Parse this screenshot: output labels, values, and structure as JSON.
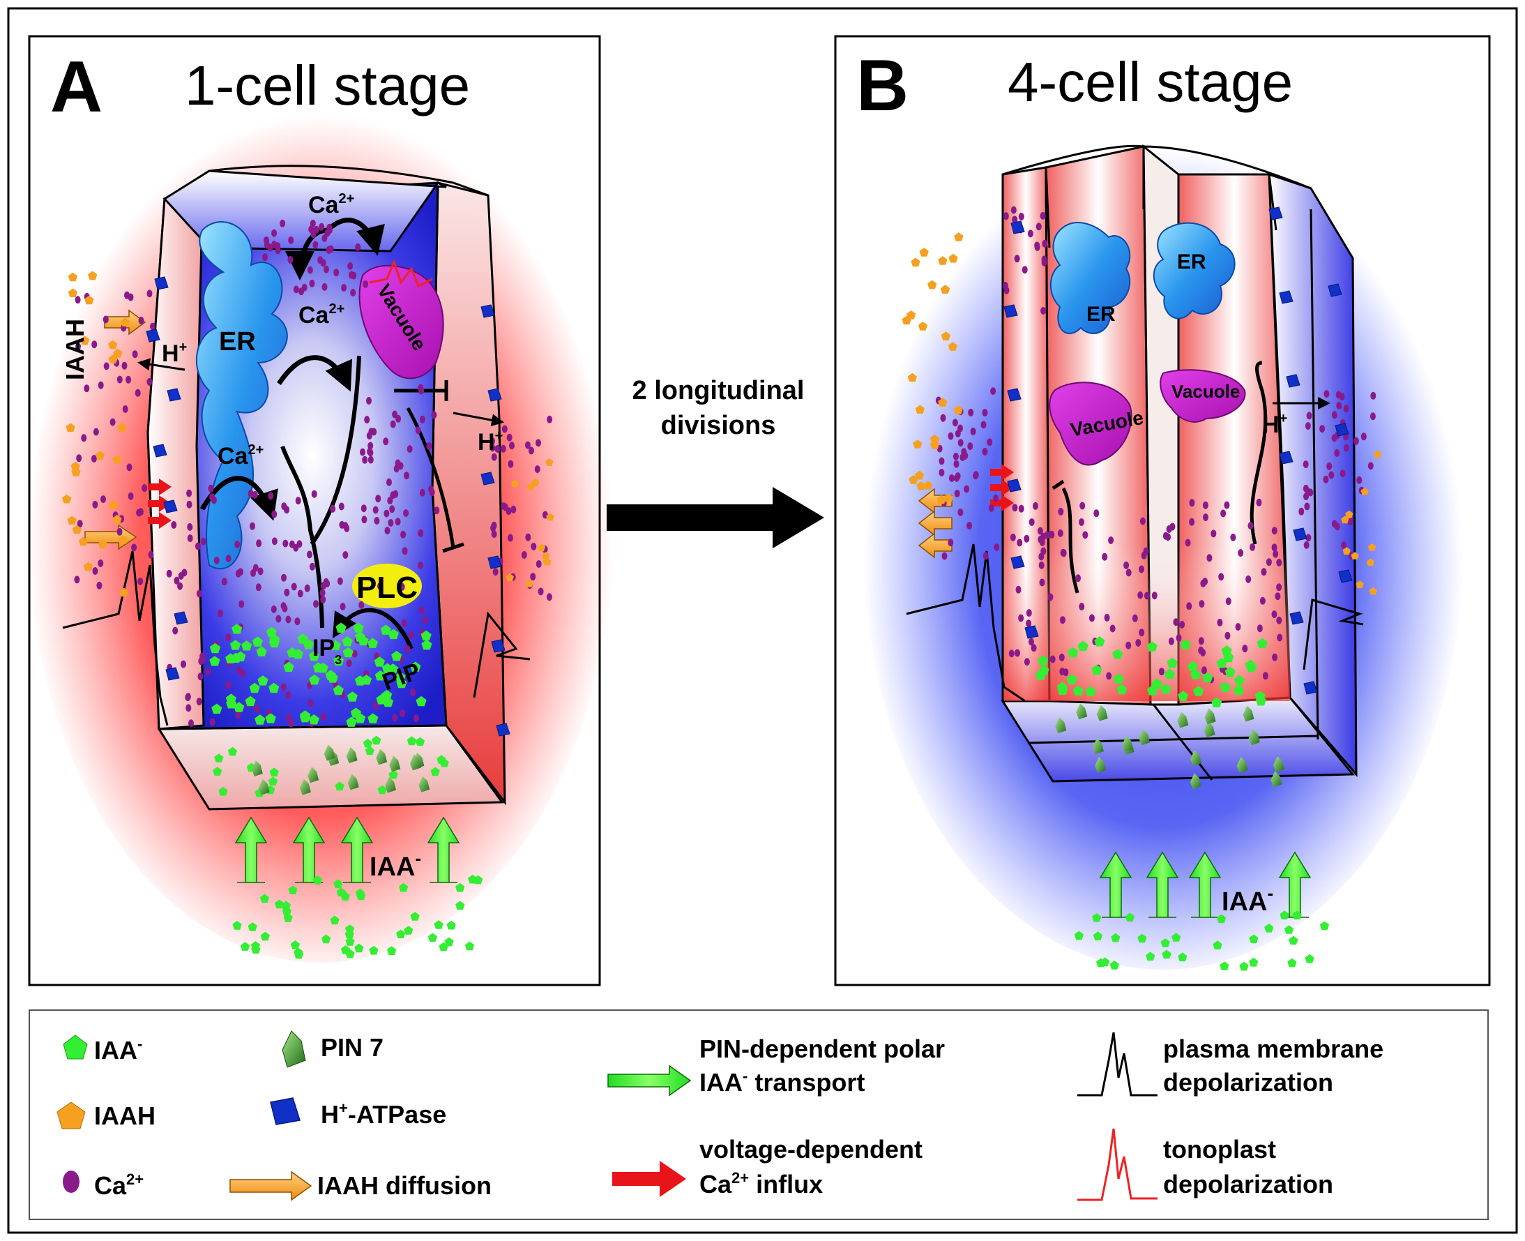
{
  "panelA": {
    "letter": "A",
    "title": "1-cell stage",
    "labels": {
      "ca": "Ca",
      "ca_sup": "2+",
      "er": "ER",
      "vacuole": "Vacuole",
      "plc": "PLC",
      "ip": "IP",
      "ip_sub": "3",
      "pip": "PIP",
      "iaah": "IAAH",
      "h": "H",
      "h_sup": "+",
      "iaa": "IAA",
      "iaa_sup": "-"
    }
  },
  "arrow_label": [
    "2 longitudinal",
    "divisions"
  ],
  "panelB": {
    "letter": "B",
    "title": "4-cell stage",
    "labels": {
      "er": "ER",
      "vacuole": "Vacuole",
      "h": "H",
      "h_sup": "+",
      "iaa": "IAA",
      "iaa_sup": "-"
    }
  },
  "legend": {
    "iaa": {
      "text": "IAA",
      "sup": "-"
    },
    "iaah": {
      "text": "IAAH"
    },
    "ca": {
      "text": "Ca",
      "sup": "2+"
    },
    "pin7": {
      "text": "PIN 7"
    },
    "hatpase": {
      "pre": "H",
      "sup": "+",
      "post": "-ATPase"
    },
    "iaah_diffusion": {
      "text": "IAAH diffusion"
    },
    "pin_transport": {
      "line1": "PIN-dependent polar",
      "line2_pre": "IAA",
      "line2_sup": "-",
      "line2_post": " transport"
    },
    "ca_influx": {
      "line1": "voltage-dependent",
      "line2_pre": "Ca",
      "line2_sup": "2+",
      "line2_post": " influx"
    },
    "pm_depol": {
      "line1": "plasma membrane",
      "line2": "depolarization"
    },
    "tono_depol": {
      "line1": "tonoplast",
      "line2": "depolarization"
    }
  },
  "colors": {
    "iaa": "#33ee33",
    "iaah": "#f5a020",
    "ca": "#8a1a8a",
    "hatpase": "#1030c8",
    "pin7": "#3a8a2a",
    "red_arrow": "#e8141a",
    "tonoplast": "#ee2222",
    "vacuole": "#c21ec8",
    "plc": "#f2ee10",
    "er": "#3aa8f0"
  },
  "icons": [
    "iaa-pentagon-icon",
    "iaah-pentagon-icon",
    "ca-dot-icon",
    "pin7-icon",
    "hatpase-icon",
    "iaah-arrow-icon",
    "green-arrow-icon",
    "red-arrow-icon",
    "pm-spike-icon",
    "tono-spike-icon"
  ]
}
